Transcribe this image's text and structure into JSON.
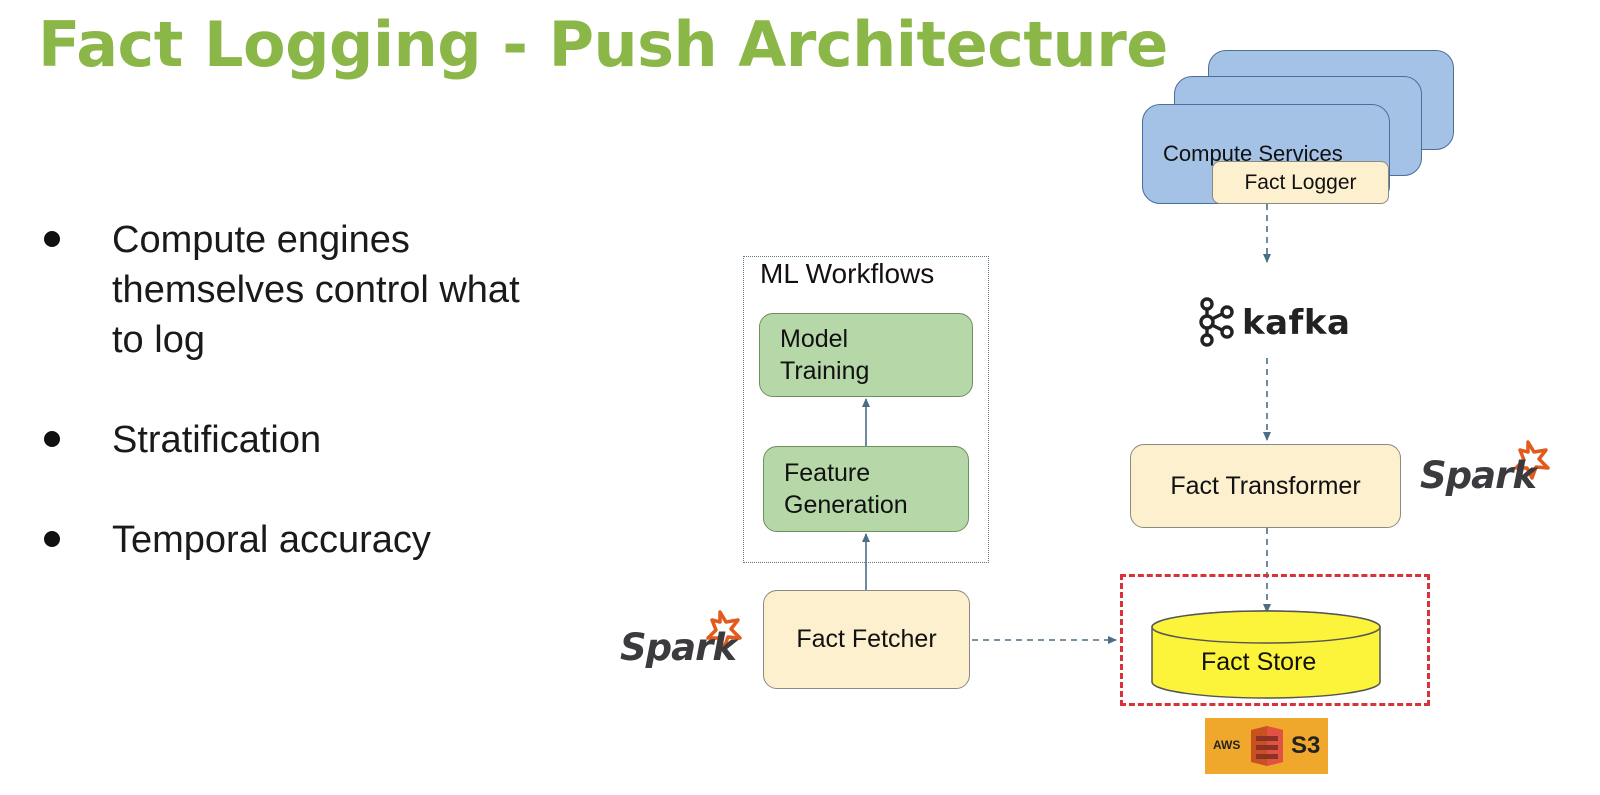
{
  "slide": {
    "title": "Fact Logging - Push Architecture",
    "title_color": "#8bb748"
  },
  "bullets": [
    {
      "text": "Compute engines themselves control what to log"
    },
    {
      "text": "Stratification"
    },
    {
      "text": "Temporal accuracy"
    }
  ],
  "diagram": {
    "ml_workflows": {
      "title": "ML Workflows",
      "model_training": "Model Training",
      "feature_generation": "Feature Generation"
    },
    "fact_fetcher": "Fact Fetcher",
    "compute_services": "Compute Services",
    "fact_logger": "Fact Logger",
    "kafka": "kafka",
    "fact_transformer": "Fact Transformer",
    "fact_store": "Fact Store",
    "spark_logos": [
      "Spark",
      "Spark"
    ],
    "s3": {
      "aws": "AWS",
      "label": "S3"
    },
    "colors": {
      "green_box": "#b6d7a8",
      "cream_box": "#fdf0cf",
      "blue_box": "#a4c2e6",
      "store_fill": "#fcf33b",
      "red_dashed": "#d9323a",
      "arrow": "#4a6e85",
      "spark_orange": "#e25a1c",
      "s3_orange": "#f0a82c"
    },
    "icons": [
      "kafka-logo-icon",
      "spark-logo-icon",
      "s3-bucket-icon"
    ]
  }
}
